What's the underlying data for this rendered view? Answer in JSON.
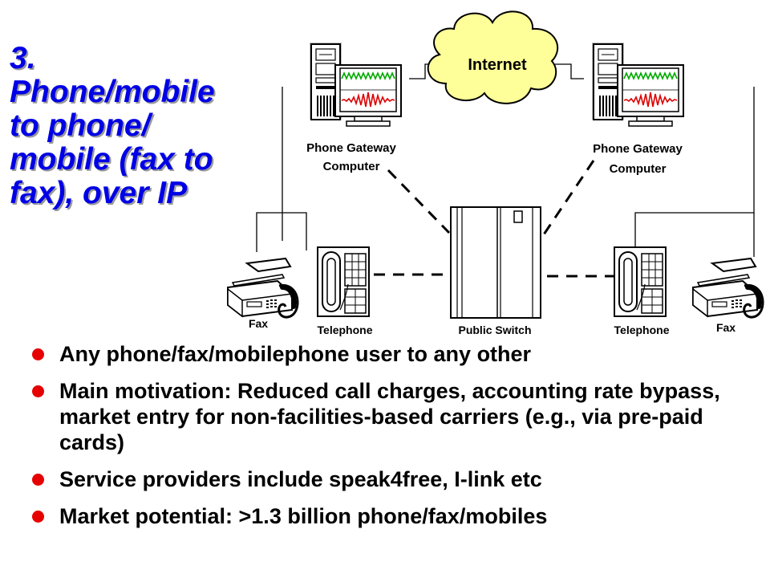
{
  "title": {
    "lines": [
      "3.",
      "Phone/mobile",
      "to phone/",
      "mobile (fax to",
      "fax), over IP"
    ]
  },
  "diagram": {
    "internet_label": "Internet",
    "gateway_left_label": [
      "Phone Gateway",
      "Computer"
    ],
    "gateway_right_label": [
      "Phone Gateway",
      "Computer"
    ],
    "fax_left_label": "Fax",
    "telephone_left_label": "Telephone",
    "switch_label": "Public Switch",
    "telephone_right_label": "Telephone",
    "fax_right_label": "Fax",
    "colors": {
      "cloud_fill": "#ffff99",
      "wave_green": "#00aa00",
      "wave_red": "#dd0000",
      "title_blue": "#0000e6",
      "bullet_red": "#e60000"
    }
  },
  "bullets": [
    "Any phone/fax/mobilephone user to any other",
    "Main motivation: Reduced call charges, accounting rate bypass, market entry for non-facilities-based carriers (e.g., via pre-paid cards)",
    "Service providers include speak4free, I-link etc",
    "Market potential: >1.3 billion phone/fax/mobiles"
  ]
}
